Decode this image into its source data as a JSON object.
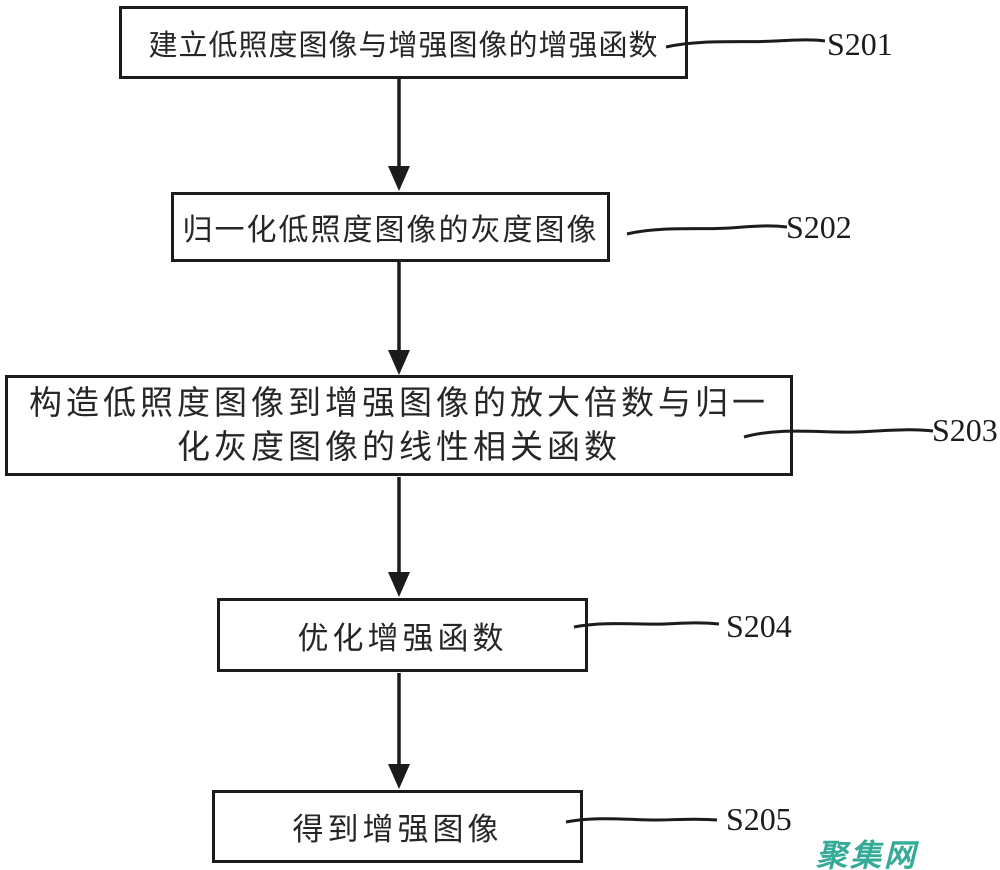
{
  "figure_type": "flowchart",
  "colors": {
    "line": "#1b1b1b",
    "box_border": "#1c1c1c",
    "text": "#262626",
    "watermark": "#35ab97",
    "background": "#ffffff"
  },
  "steps": [
    {
      "id": "s201",
      "label": "S201",
      "lines": [
        "建立低照度图像与增强图像的增强函数"
      ]
    },
    {
      "id": "s202",
      "label": "S202",
      "lines": [
        "归一化低照度图像的灰度图像"
      ]
    },
    {
      "id": "s203",
      "label": "S203",
      "lines": [
        "构造低照度图像到增强图像的放大倍数与归一",
        "化灰度图像的线性相关函数"
      ]
    },
    {
      "id": "s204",
      "label": "S204",
      "lines": [
        "优化增强函数"
      ]
    },
    {
      "id": "s205",
      "label": "S205",
      "lines": [
        "得到增强图像"
      ]
    }
  ],
  "watermark": {
    "text": "聚集网"
  }
}
